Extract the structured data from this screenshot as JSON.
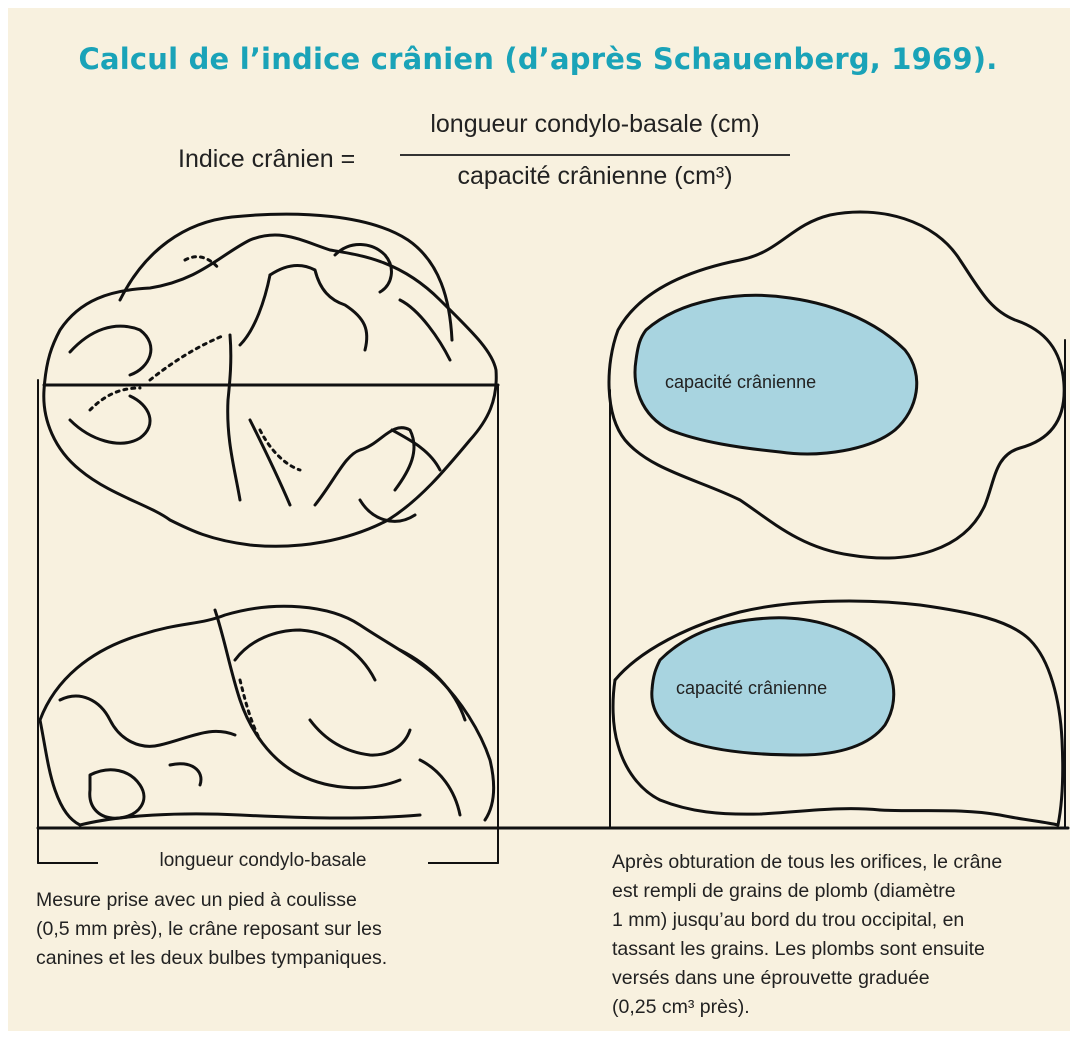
{
  "title": "Calcul de l’indice crânien (d’après Schauenberg, 1969).",
  "formula": {
    "left": "Indice crânien =",
    "numerator": "longueur condylo-basale (cm)",
    "denominator": "capacité crânienne (cm³)"
  },
  "labels": {
    "capacity_top": "capacité crânienne",
    "capacity_bottom": "capacité crânienne",
    "length": "longueur condylo-basale"
  },
  "paragraph_left": [
    "Mesure prise avec un pied à coulisse",
    "(0,5 mm près), le crâne reposant sur les",
    "canines et les deux bulbes tympaniques."
  ],
  "paragraph_right": [
    "Après obturation de tous les orifices, le crâne",
    "est rempli de grains de plomb (diamètre",
    "1 mm) jusqu’au bord du trou occipital, en",
    "tassant les grains. Les plombs sont ensuite",
    "versés dans une éprouvette graduée",
    "(0,25 cm³ près)."
  ],
  "colors": {
    "title": "#1aa3b8",
    "capacity_fill": "#a8d4e0",
    "background": "#f8f1df",
    "line": "#111111"
  }
}
